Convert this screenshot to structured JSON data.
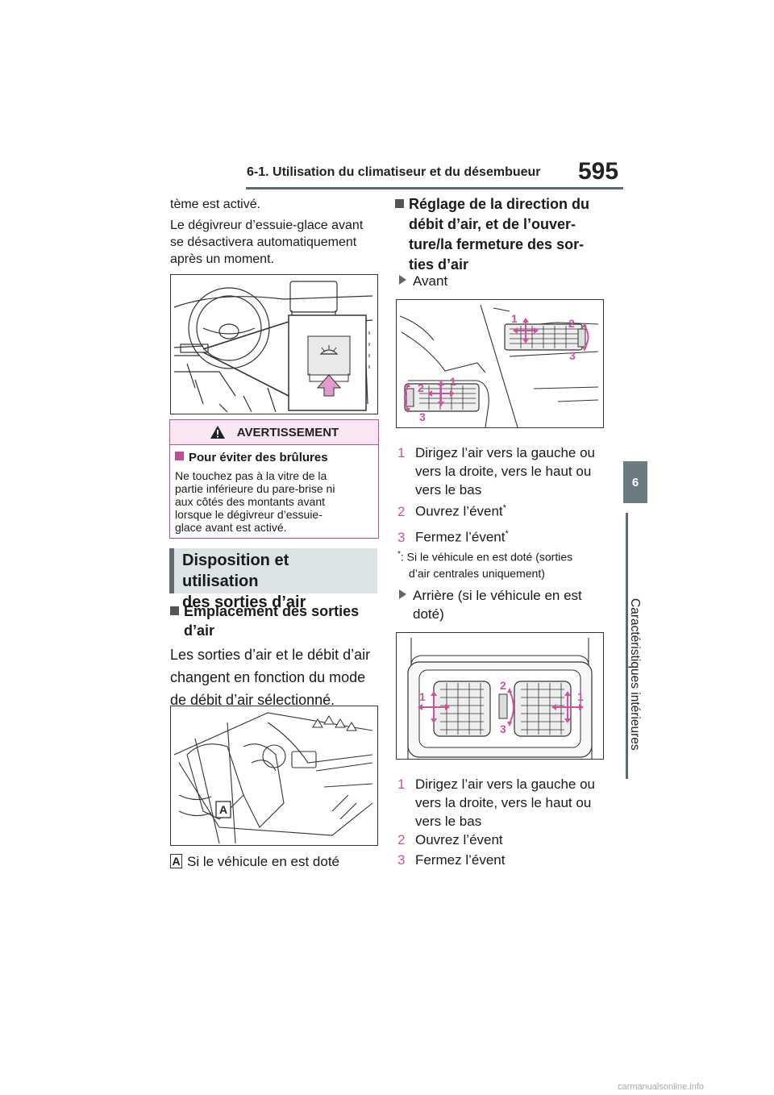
{
  "header": {
    "section_title": "6-1. Utilisation du climatiseur et du désembueur",
    "page_number": "595"
  },
  "side_tab": {
    "chapter_number": "6",
    "chapter_title": "Caractéristiques intérieures"
  },
  "left": {
    "intro_line1": "tème est activé.",
    "intro_para": [
      "Le dégivreur d’essuie-glace avant",
      "se désactivera automatiquement",
      "après un moment."
    ],
    "warning": {
      "heading": "AVERTISSEMENT",
      "subheading": "Pour éviter des brûlures",
      "lines": [
        "Ne touchez pas à la vitre de la",
        "partie inférieure du pare-brise ni",
        "aux côtés des montants avant",
        "lorsque le dégivreur d’essuie-",
        "glace avant est activé."
      ]
    },
    "section_title_lines": [
      "Disposition et utilisation",
      "des sorties d’air"
    ],
    "subsection_title_lines": [
      "Emplacement des sorties",
      "d’air"
    ],
    "para_lines": [
      "Les sorties d’air et le débit d’air",
      "changent en fonction du mode",
      "de débit d’air sélectionné."
    ],
    "figure_label": "A",
    "legend_letter": "A",
    "legend_text": "Si le véhicule en est doté"
  },
  "right": {
    "heading_lines": [
      "Réglage de la direction du",
      "débit d’air, et de l’ouver-",
      "ture/la fermeture des sor-",
      "ties d’air"
    ],
    "front_label": "Avant",
    "front_figure_labels": [
      "1",
      "2",
      "3"
    ],
    "front_items": [
      {
        "num": "1",
        "lines": [
          "Dirigez l’air vers la gauche ou",
          "vers la droite, vers le haut ou",
          "vers le bas"
        ]
      },
      {
        "num": "2",
        "lines": [
          "Ouvrez l’évent"
        ],
        "sup": "*"
      },
      {
        "num": "3",
        "lines": [
          "Fermez l’évent"
        ],
        "sup": "*"
      }
    ],
    "footnote": {
      "star": "*",
      "lines": [
        ": Si le véhicule en est doté (sorties",
        "d’air centrales uniquement)"
      ]
    },
    "rear_label_lines": [
      "Arrière (si le véhicule en est",
      "doté)"
    ],
    "rear_items": [
      {
        "num": "1",
        "lines": [
          "Dirigez l’air vers la gauche ou",
          "vers la droite, vers le haut ou",
          "vers le bas"
        ]
      },
      {
        "num": "2",
        "lines": [
          "Ouvrez l’évent"
        ]
      },
      {
        "num": "3",
        "lines": [
          "Fermez l’évent"
        ]
      }
    ]
  },
  "footer": {
    "watermark": "carmanualsonline.info"
  },
  "colors": {
    "accent_pink": "#d44fa0",
    "rule_gray": "#5a6a70",
    "section_bg": "#dce3e5"
  }
}
